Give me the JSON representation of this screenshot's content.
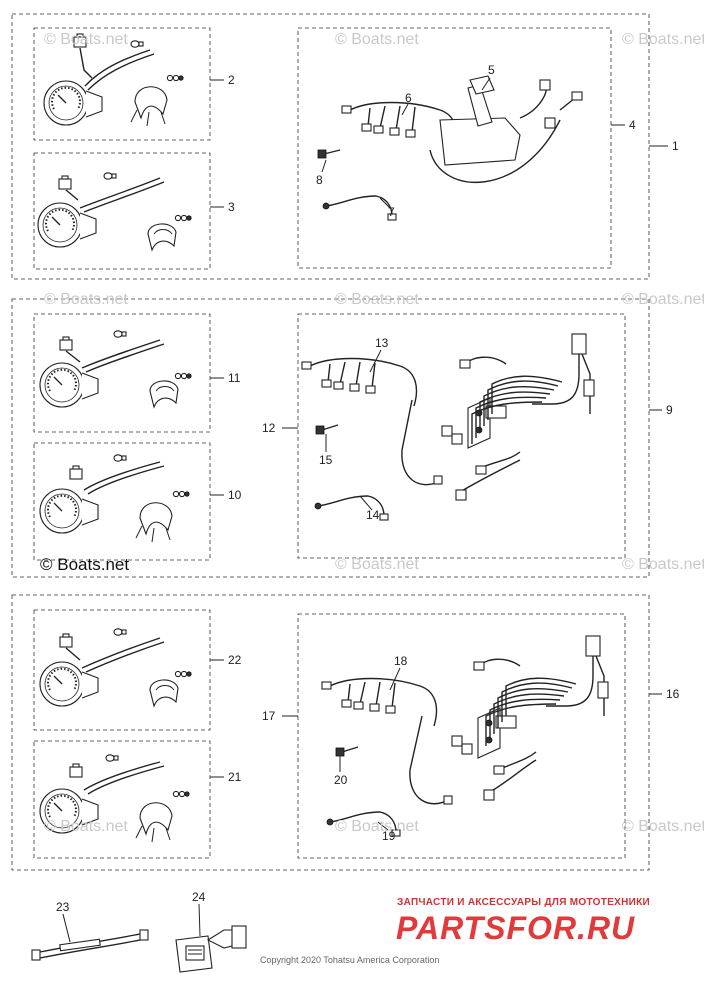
{
  "watermark": "© Boats.net",
  "watermark_main": "© Boats.net",
  "copyright": "Copyright 2020 Tohatsu America Corporation",
  "brand_tagline": "ЗАПЧАСТИ И АКСЕССУАРЫ ДЛЯ МОТОТЕХНИКИ",
  "brand_name": "PARTSFOR.RU",
  "callouts": {
    "c1": "1",
    "c2": "2",
    "c3": "3",
    "c4": "4",
    "c5": "5",
    "c6": "6",
    "c7": "7",
    "c8": "8",
    "c9": "9",
    "c10": "10",
    "c11": "11",
    "c12": "12",
    "c13": "13",
    "c14": "14",
    "c15": "15",
    "c16": "16",
    "c17": "17",
    "c18": "18",
    "c19": "19",
    "c20": "20",
    "c21": "21",
    "c22": "22",
    "c23": "23",
    "c24": "24"
  }
}
